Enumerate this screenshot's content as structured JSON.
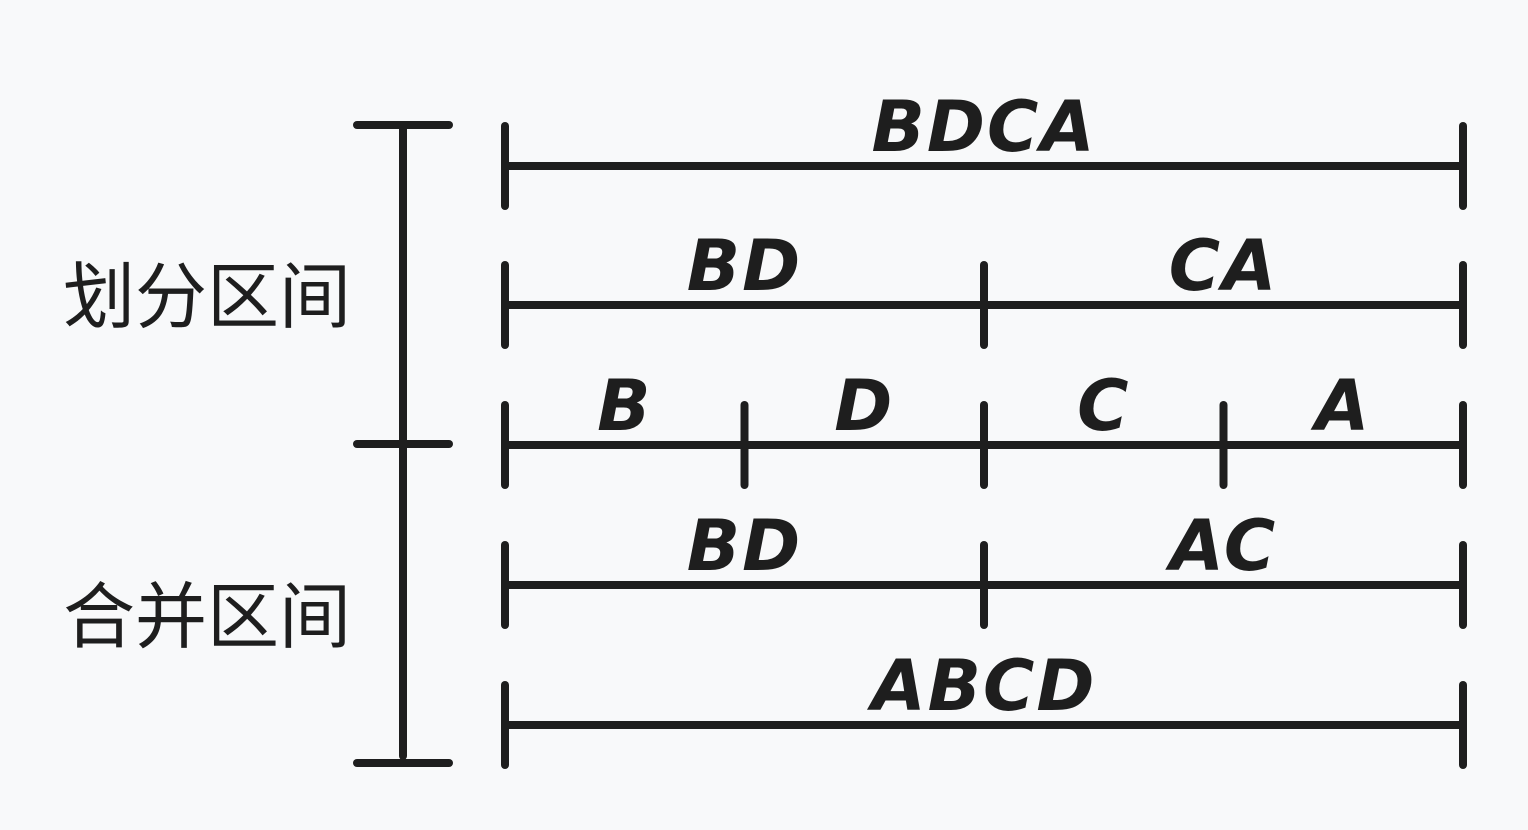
{
  "side_labels": {
    "divide": "划分区间",
    "merge": "合并区间"
  },
  "rows": [
    {
      "segments": [
        "BDCA"
      ]
    },
    {
      "segments": [
        "BD",
        "CA"
      ]
    },
    {
      "segments": [
        "B",
        "D",
        "C",
        "A"
      ]
    },
    {
      "segments": [
        "BD",
        "AC"
      ]
    },
    {
      "segments": [
        "ABCD"
      ]
    }
  ],
  "colors": {
    "stroke": "#1e1e1e",
    "background": "#f8f9fa"
  }
}
